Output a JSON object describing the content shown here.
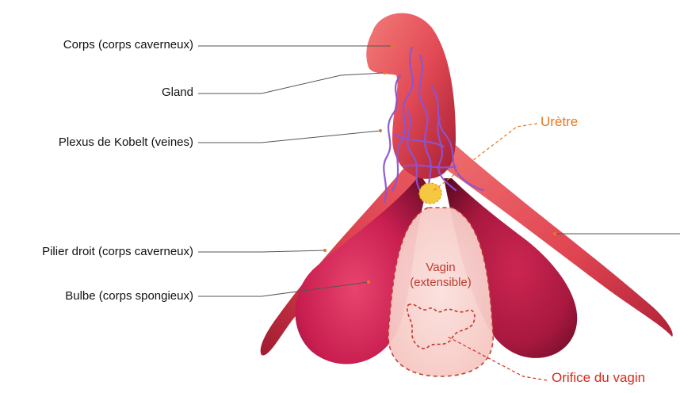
{
  "labels": {
    "corps": "Corps (corps caverneux)",
    "gland": "Gland",
    "plexus": "Plexus de Kobelt (veines)",
    "pilier": "Pilier droit (corps caverneux)",
    "bulbe": "Bulbe (corps spongieux)",
    "uretre": "Urètre",
    "vagin_line1": "Vagin",
    "vagin_line2": "(extensible)",
    "orifice": "Orifice du vagin"
  },
  "colors": {
    "tissue_light": "#f06a6a",
    "tissue_mid": "#e0424f",
    "tissue_dark": "#9e1a2e",
    "bulb_mid": "#d42858",
    "vein": "#8a55d6",
    "urethra": "#f5c842",
    "urethra_label": "#e8781e",
    "vagina_fill": "#f9d3cf",
    "vagina_outline": "#c0392b",
    "orifice_label": "#d82a1a",
    "leader_line": "#555555"
  }
}
